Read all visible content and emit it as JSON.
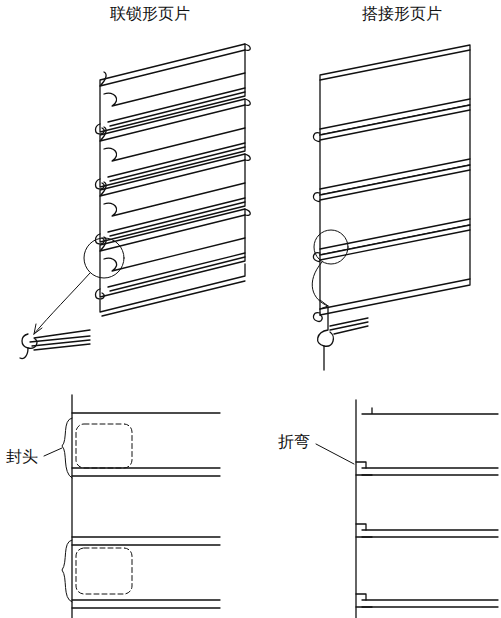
{
  "diagram": {
    "labels": [
      "联锁形页片",
      "搭接形页片",
      "封头",
      "折弯"
    ]
  }
}
